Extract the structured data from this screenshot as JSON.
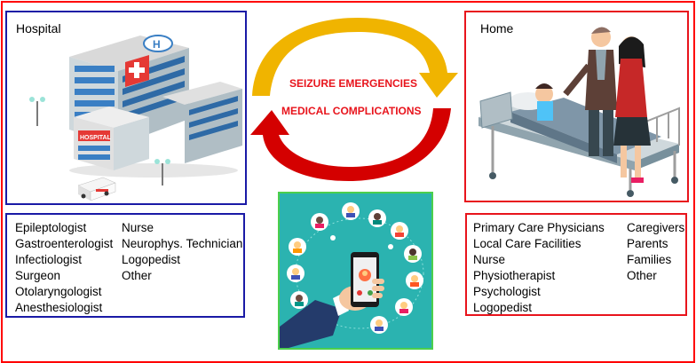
{
  "hospital": {
    "title": "Hospital",
    "roles_col1": [
      "Epileptologist",
      "Gastroenterologist",
      "Infectiologist",
      "Surgeon",
      "Otolaryngologist",
      "Anesthesiologist"
    ],
    "roles_col2": [
      "Nurse",
      "Neurophys. Technician",
      "Logopedist",
      "Other"
    ],
    "sign_text": "HOSPITAL"
  },
  "home": {
    "title": "Home",
    "roles_col1": [
      "Primary Care Physicians",
      "Local Care Facilities",
      "Nurse",
      "Physiotherapist",
      "Psychologist",
      "Logopedist"
    ],
    "roles_col2": [
      "Caregivers",
      "Parents",
      "Families",
      "Other"
    ]
  },
  "cycle": {
    "label_top": "SEIZURE EMERGENCIES",
    "label_bottom": "MEDICAL COMPLICATIONS",
    "arrow_top_color": "#f0b400",
    "arrow_bottom_color": "#d40000"
  },
  "colors": {
    "outer_frame": "#ff0000",
    "hospital_border": "#1a1aa6",
    "home_border": "#e8141c",
    "telemedicine_border": "#4ccf4c",
    "telemedicine_bg": "#2bb3b0"
  }
}
